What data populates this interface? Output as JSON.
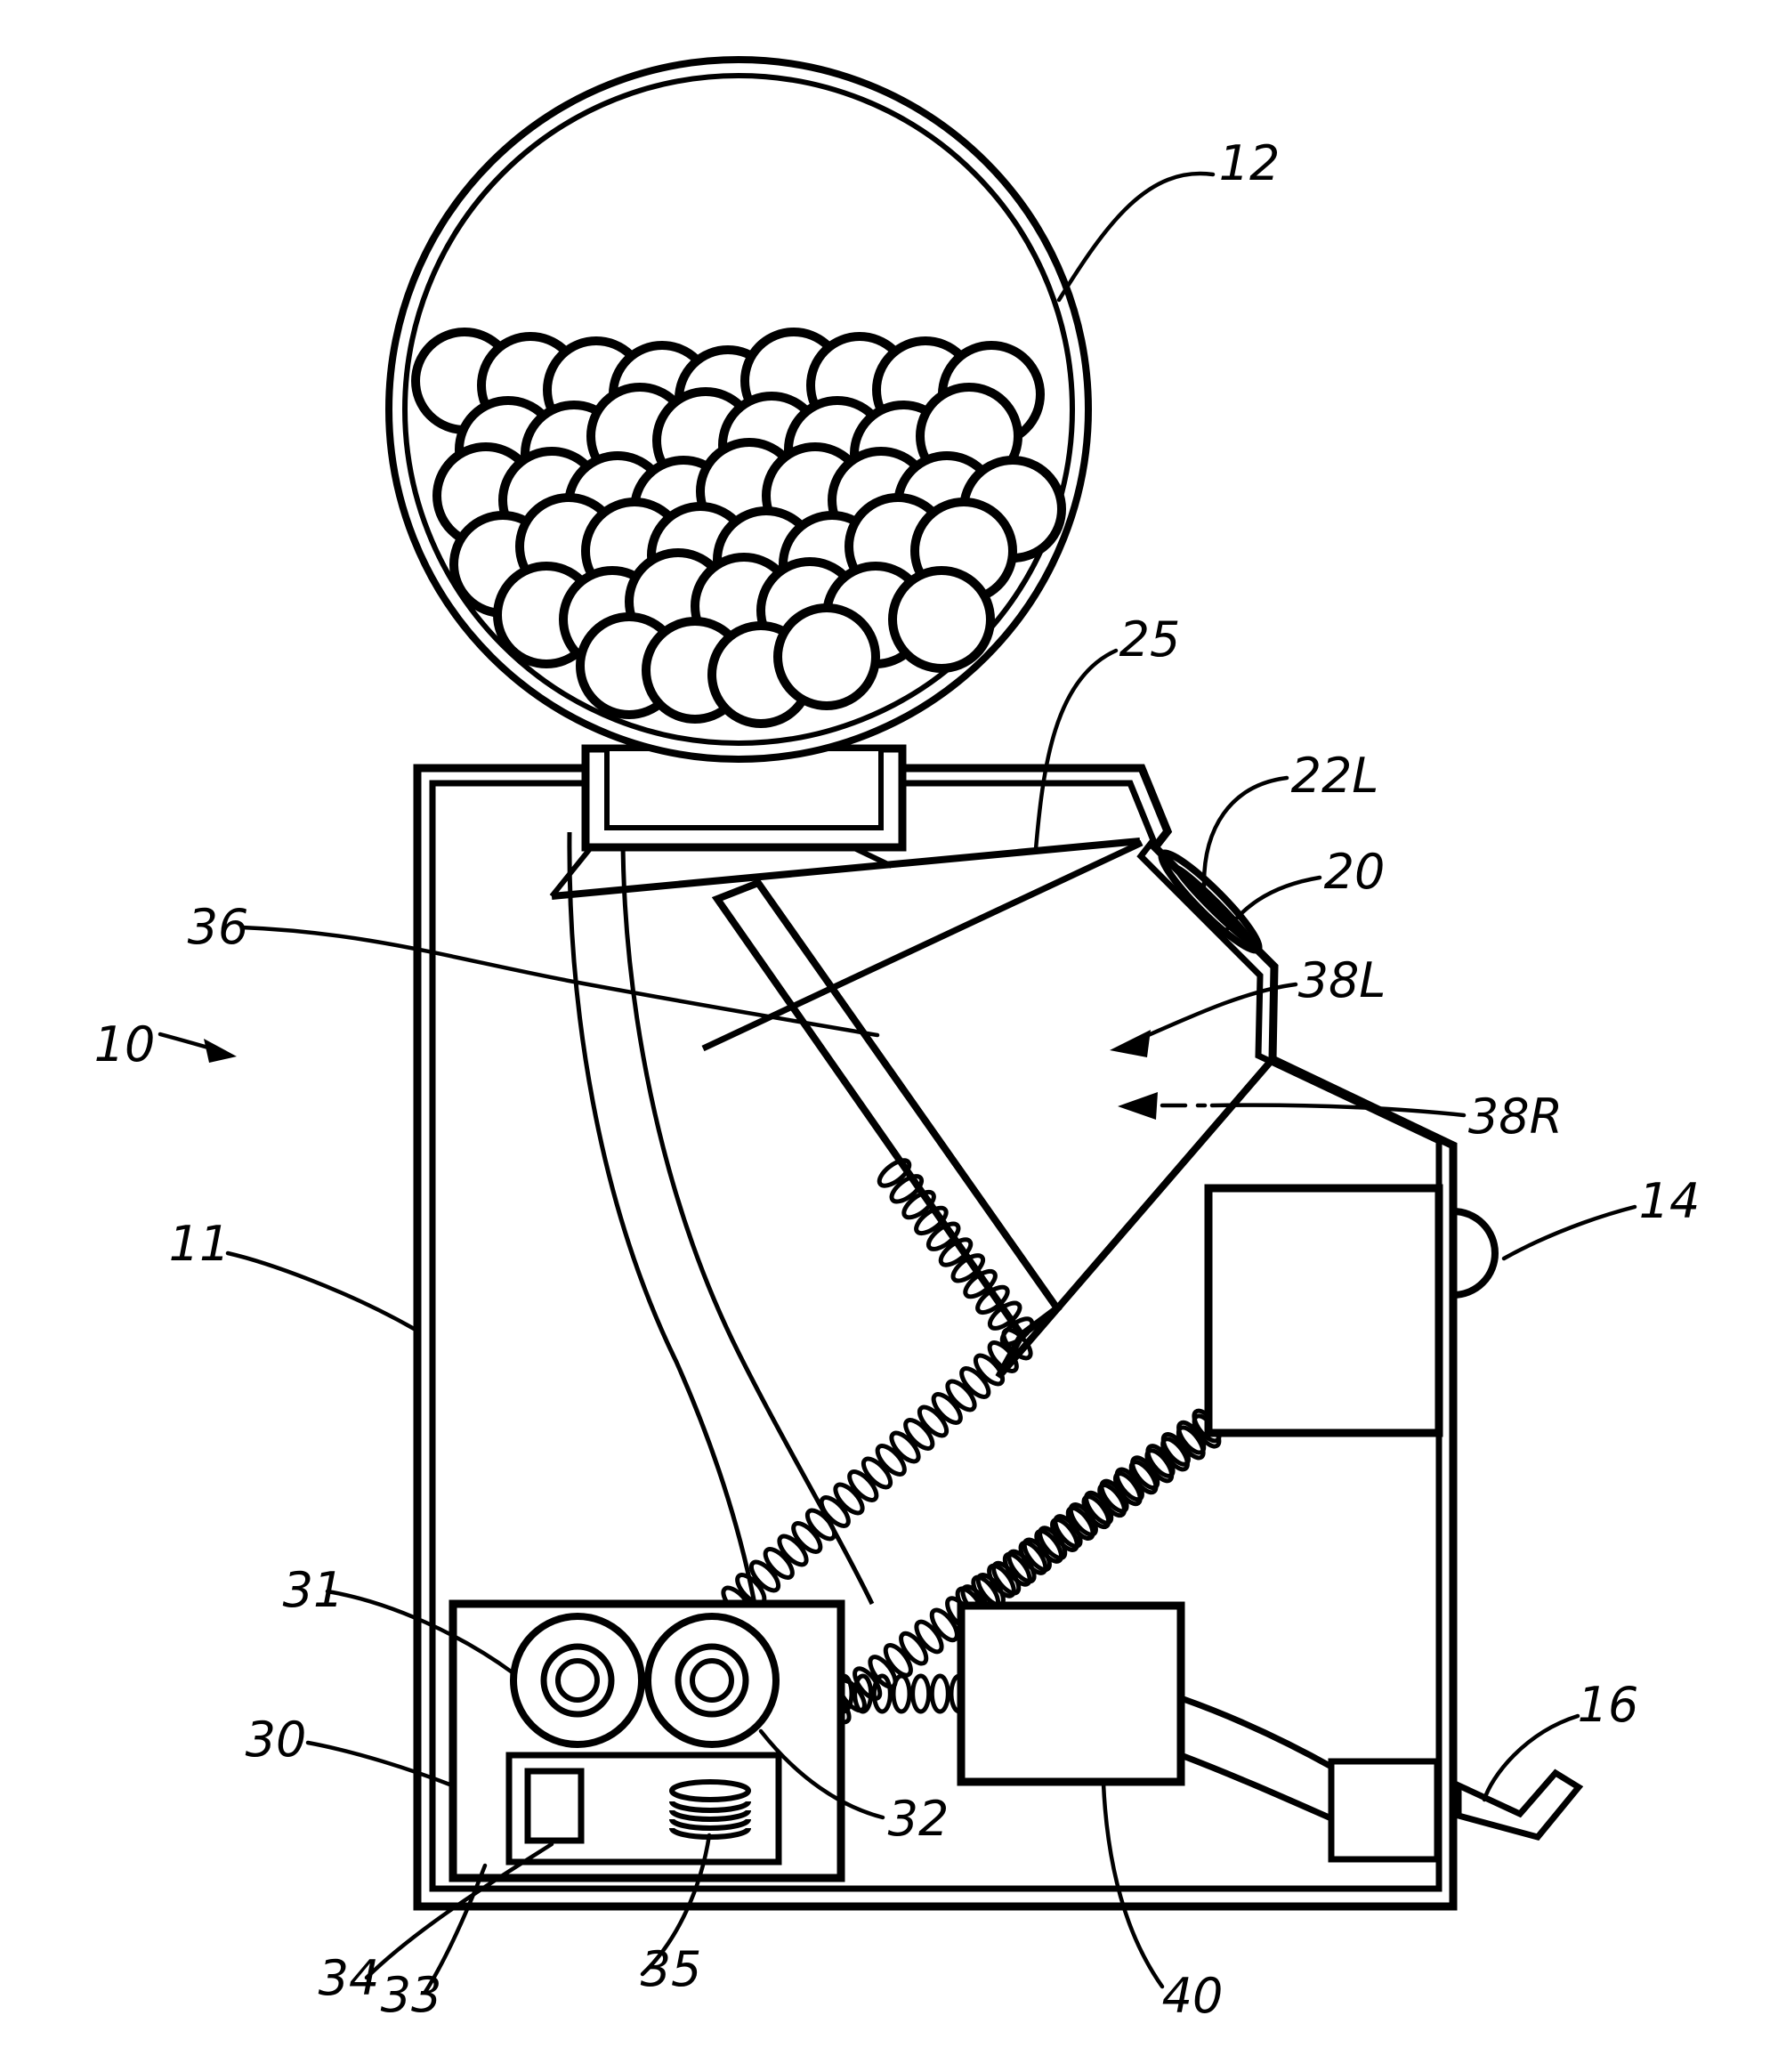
{
  "figure": {
    "background": "#ffffff",
    "ink": "#000000",
    "kind": "patent-line-drawing-ball-machine"
  },
  "labels": {
    "l10": "10",
    "l11": "11",
    "l12": "12",
    "l14": "14",
    "l16": "16",
    "l20": "20",
    "l22L": "22L",
    "l25": "25",
    "l30": "30",
    "l31": "31",
    "l32": "32",
    "l33": "33",
    "l34": "34",
    "l35": "35",
    "l36": "36",
    "l38L": "38L",
    "l38R": "38R",
    "l40": "40"
  }
}
